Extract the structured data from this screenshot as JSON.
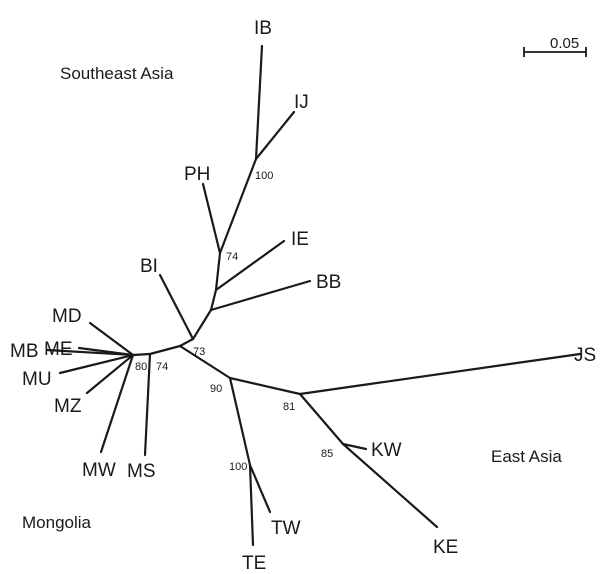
{
  "regions": {
    "southeast_asia": "Southeast Asia",
    "east_asia": "East Asia",
    "mongolia": "Mongolia"
  },
  "scale_bar": {
    "label": "0.05"
  },
  "taxa": {
    "ib": "IB",
    "ij": "IJ",
    "ph": "PH",
    "ie": "IE",
    "bb": "BB",
    "bi": "BI",
    "md": "MD",
    "me": "ME",
    "mb": "MB",
    "mu": "MU",
    "mz": "MZ",
    "mw": "MW",
    "ms": "MS",
    "js": "JS",
    "kw": "KW",
    "ke": "KE",
    "tw": "TW",
    "te": "TE"
  },
  "bootstrap": {
    "ib_ij": "100",
    "ph_node": "74",
    "bi_node": "73",
    "mongolia_inner": "80",
    "mongolia_outer": "74",
    "east_asia_root": "90",
    "js_node": "81",
    "kw_ke": "85",
    "tw_te": "100"
  }
}
